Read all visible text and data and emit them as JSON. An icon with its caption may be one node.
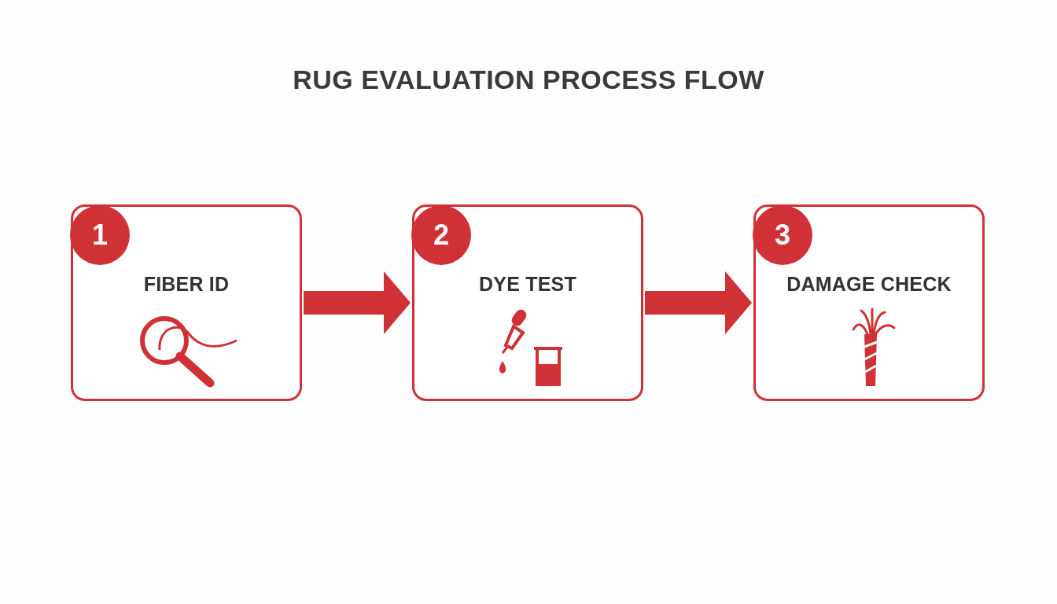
{
  "diagram": {
    "title": "RUG EVALUATION PROCESS FLOW",
    "nodes": [
      {
        "text": [
          "1",
          "FIBER ID"
        ]
      },
      {
        "text": [
          "2",
          "DYE TEST"
        ]
      },
      {
        "text": [
          "3",
          "DAMAGE CHECK"
        ]
      }
    ],
    "edges": [
      {
        "from": 0,
        "to": 1,
        "arrow": "to"
      },
      {
        "from": 1,
        "to": 2,
        "arrow": "to"
      }
    ]
  }
}
